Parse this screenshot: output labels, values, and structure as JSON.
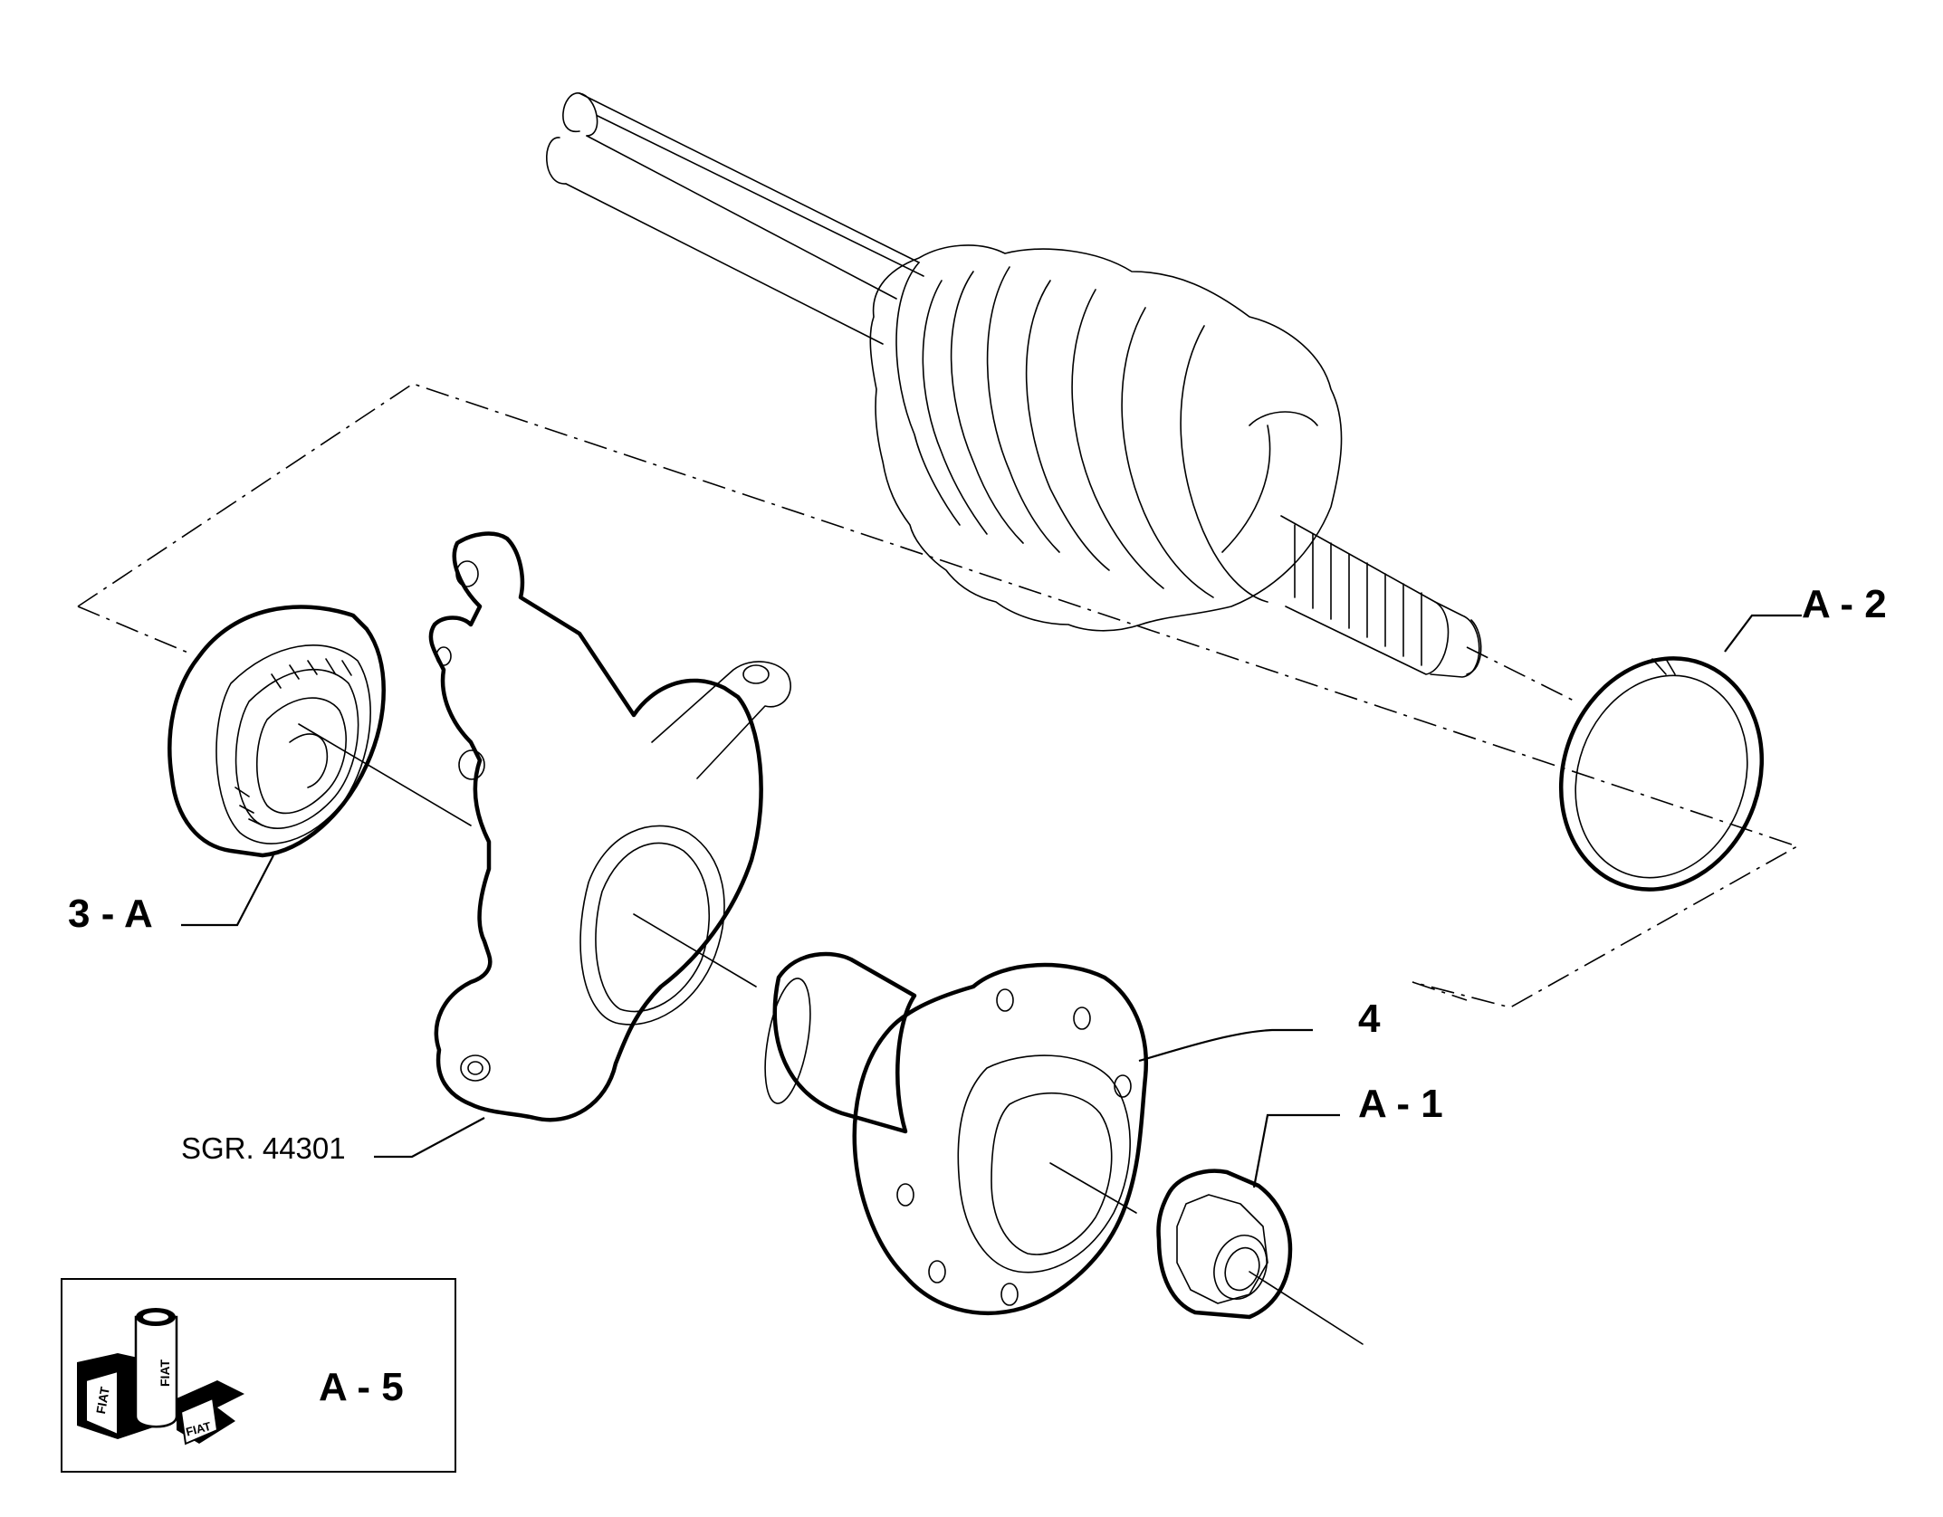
{
  "callouts": {
    "a2": "A - 2",
    "three_a": "3 - A",
    "four": "4",
    "a1": "A - 1",
    "sgr": "SGR. 44301",
    "a5": "A - 5"
  },
  "logo": {
    "brand_text": "FIAT"
  },
  "colors": {
    "line": "#000000",
    "background": "#ffffff"
  }
}
